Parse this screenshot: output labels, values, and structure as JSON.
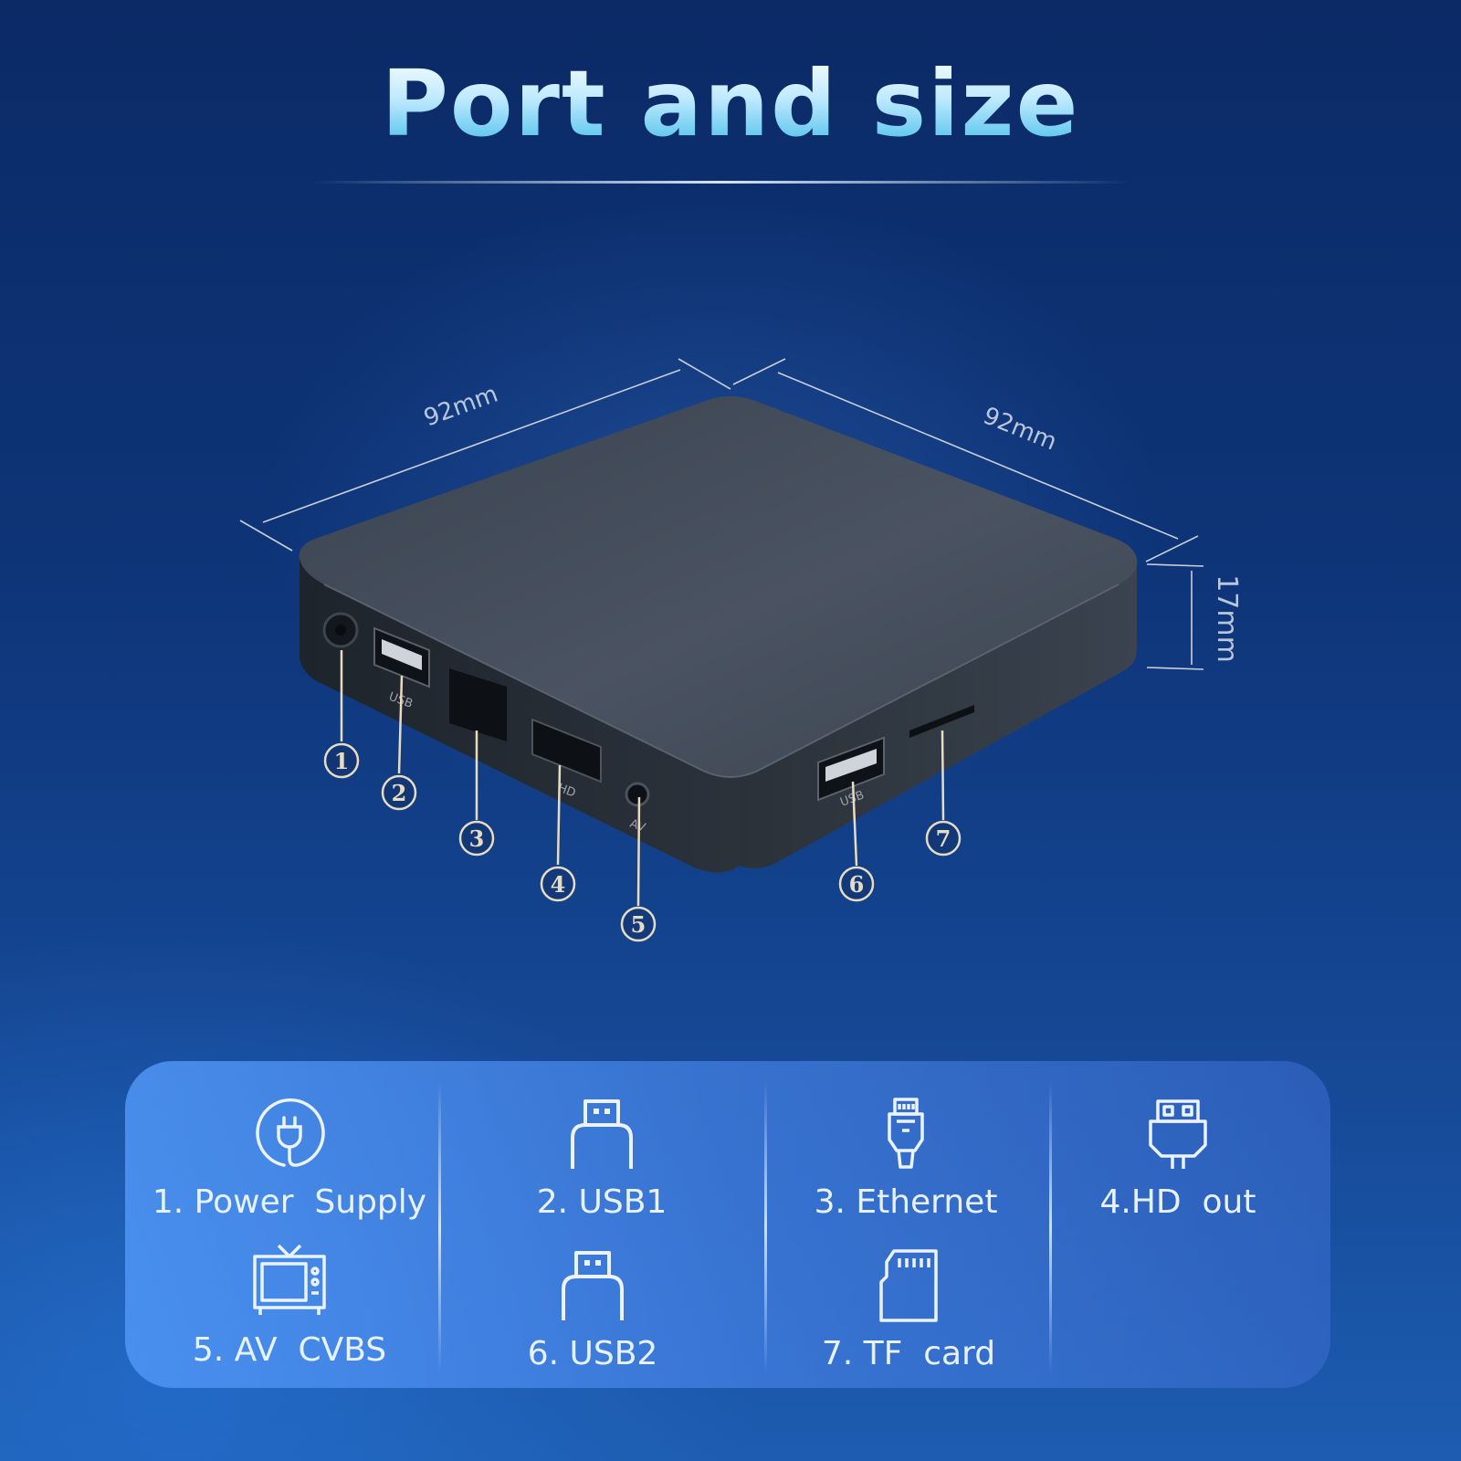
{
  "title": "Port and size",
  "dimensions": {
    "width": "92mm",
    "depth": "92mm",
    "height": "17mm"
  },
  "device_labels": {
    "usb1": "USB",
    "hd": "HD",
    "av": "AV",
    "usb2": "USB"
  },
  "callouts": [
    "1",
    "2",
    "3",
    "4",
    "5",
    "6",
    "7"
  ],
  "ports": [
    {
      "label": "1. Power  Supply",
      "icon": "power-plug-icon"
    },
    {
      "label": "2. USB1",
      "icon": "usb-icon"
    },
    {
      "label": "3. Ethernet",
      "icon": "ethernet-icon"
    },
    {
      "label": "4.HD  out",
      "icon": "hdmi-icon"
    },
    {
      "label": "5. AV  CVBS",
      "icon": "tv-icon"
    },
    {
      "label": "6. USB2",
      "icon": "usb-icon"
    },
    {
      "label": "7. TF  card",
      "icon": "sd-card-icon"
    }
  ],
  "colors": {
    "background": "#0e3579",
    "device": "#2f3640",
    "legend_panel": "#4f8ff0",
    "callout": "#e6dcc2"
  }
}
